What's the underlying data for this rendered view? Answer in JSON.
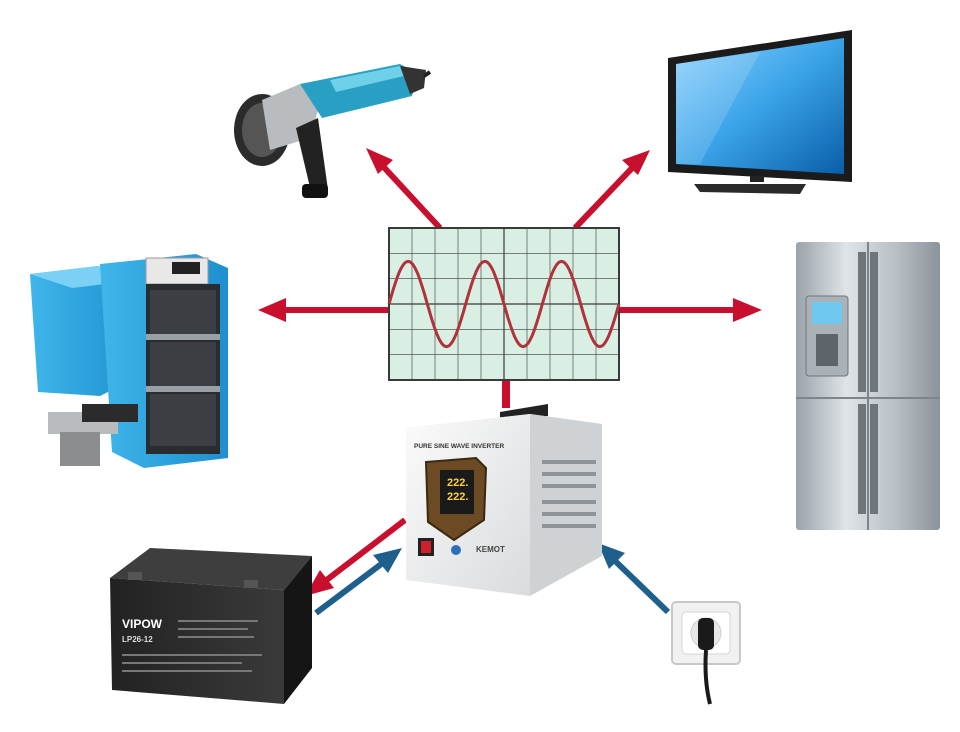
{
  "diagram": {
    "description_free": true,
    "colors": {
      "output_arrow": "#c8102e",
      "input_arrow": "#1f5f8b",
      "scope_bg": "#d9efe3",
      "scope_grid": "#3a3a3a",
      "sine_wave": "#b0323a",
      "display_digits": "#ffd23c"
    },
    "inverter": {
      "header_text": "PURE SINE WAVE INVERTER",
      "display_line_1": "222.",
      "display_line_2": "222.",
      "brand": "KEMOT"
    },
    "battery": {
      "brand": "VIPOW",
      "model": "LP26-12"
    },
    "icons": [
      "angle-grinder-icon",
      "tv-icon",
      "boiler-icon",
      "fridge-icon",
      "battery-icon",
      "wall-socket-icon",
      "oscilloscope-icon",
      "inverter-icon"
    ]
  }
}
